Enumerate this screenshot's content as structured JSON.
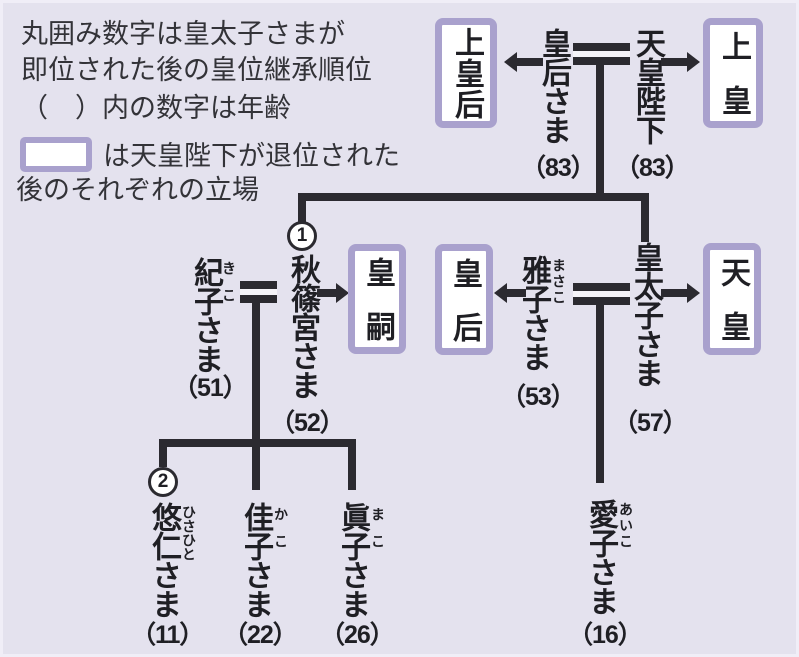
{
  "colors": {
    "background": "#e4e2ee",
    "line": "#2b2a30",
    "box_border": "#a9a1cd",
    "box_fill": "#ffffff",
    "text": "#1f1f24",
    "gap": "#f4f3f8"
  },
  "legend": {
    "note_lines": [
      "丸囲み数字は皇太子さまが",
      "即位された後の皇位継承順位",
      "（　）内の数字は年齢"
    ],
    "box_note_line1": "は天皇陛下が退位された",
    "box_note_line2": "後のそれぞれの立場"
  },
  "people": {
    "empress": {
      "name": "皇后さま",
      "age": "（83）",
      "future_title": "上皇后"
    },
    "emperor": {
      "name": "天皇陛下",
      "age": "（83）",
      "future_title": "上皇"
    },
    "kiko": {
      "name": "紀子さま",
      "furigana": "きこ",
      "age": "（51）"
    },
    "akishino": {
      "name": "秋篠宮さま",
      "age": "（52）",
      "future_title": "皇嗣",
      "succession_order": "1"
    },
    "masako": {
      "name": "雅子さま",
      "furigana": "まさこ",
      "age": "（53）",
      "future_title": "皇后"
    },
    "crown_prince": {
      "name": "皇太子さま",
      "age": "（57）",
      "future_title": "天皇"
    },
    "hisahito": {
      "name": "悠仁さま",
      "furigana": "ひさひと",
      "age": "（11）",
      "succession_order": "2"
    },
    "kako": {
      "name": "佳子さま",
      "furigana": "かこ",
      "age": "（22）"
    },
    "mako": {
      "name": "眞子さま",
      "furigana": "まこ",
      "age": "（26）"
    },
    "aiko": {
      "name": "愛子さま",
      "furigana": "あいこ",
      "age": "（16）"
    }
  }
}
